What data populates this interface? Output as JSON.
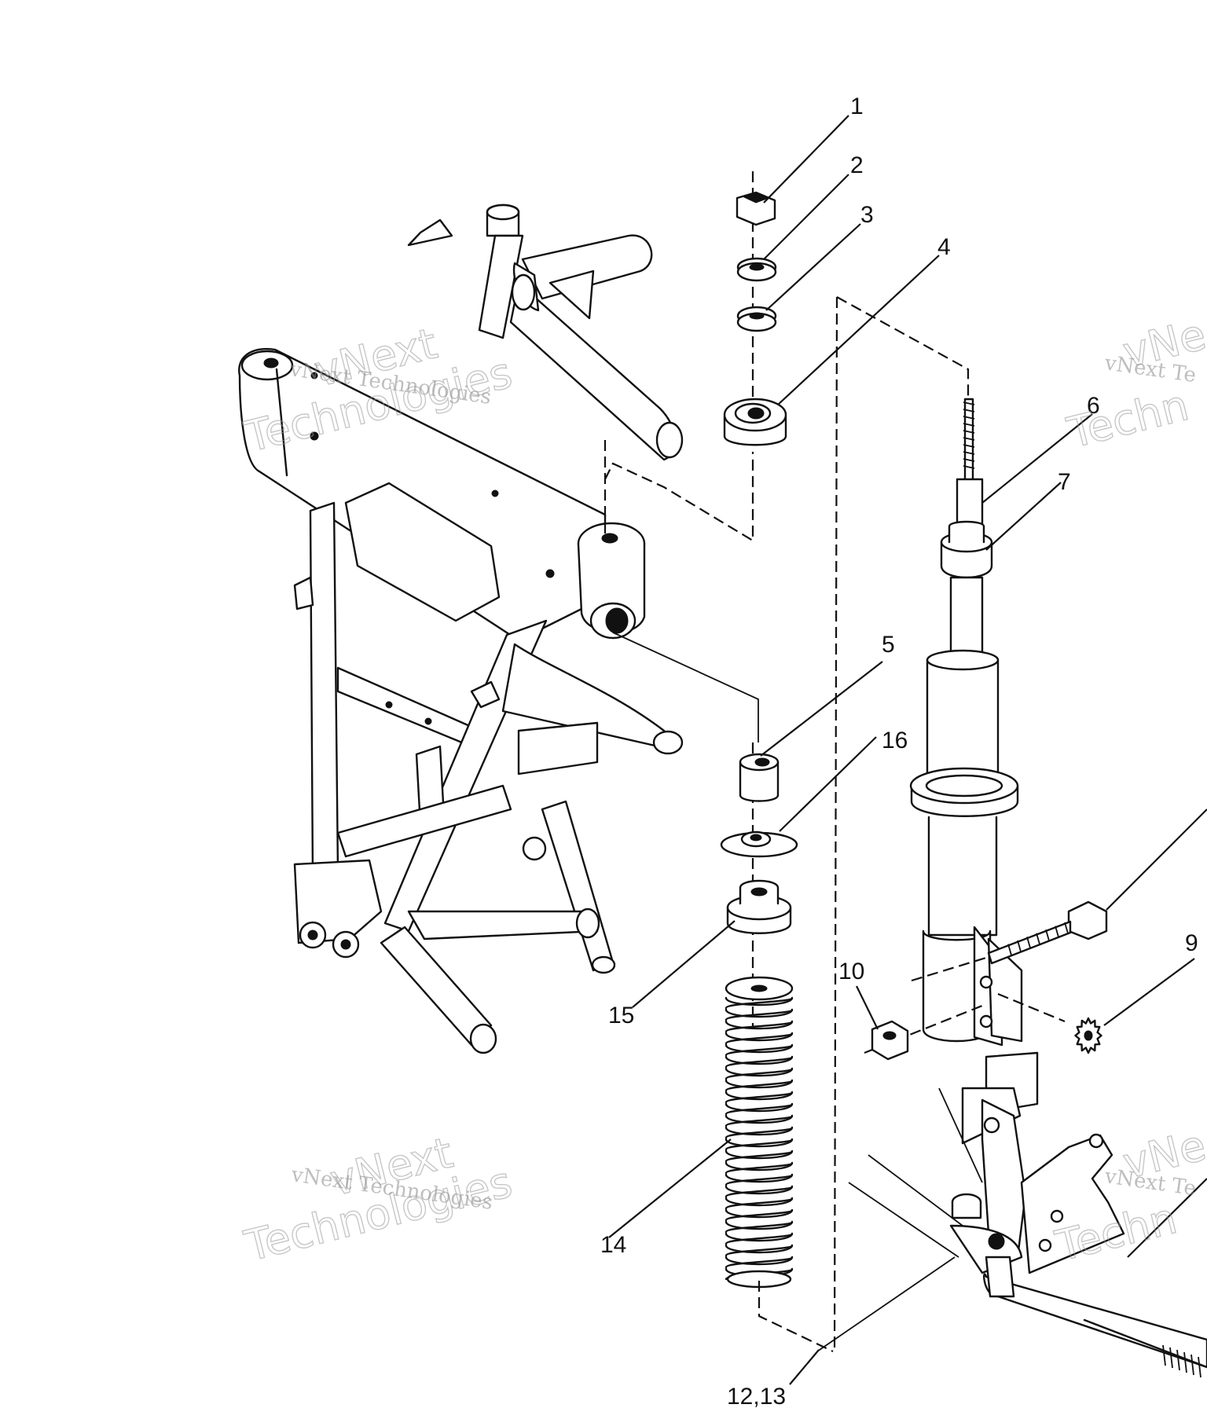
{
  "callouts": [
    {
      "id": "1",
      "label": "1"
    },
    {
      "id": "2",
      "label": "2"
    },
    {
      "id": "3",
      "label": "3"
    },
    {
      "id": "4",
      "label": "4"
    },
    {
      "id": "5",
      "label": "5"
    },
    {
      "id": "6",
      "label": "6"
    },
    {
      "id": "7",
      "label": "7"
    },
    {
      "id": "9",
      "label": "9"
    },
    {
      "id": "10",
      "label": "10"
    },
    {
      "id": "1213",
      "label": "12,13"
    },
    {
      "id": "14",
      "label": "14"
    },
    {
      "id": "15",
      "label": "15"
    },
    {
      "id": "16",
      "label": "16"
    }
  ],
  "watermark": {
    "brand": "vNext",
    "brand_line2": "Technologies",
    "full": "vNext Technologies",
    "partial_brand": "vNe",
    "partial_full": "vNext Te",
    "partial_line2": "Techn"
  }
}
